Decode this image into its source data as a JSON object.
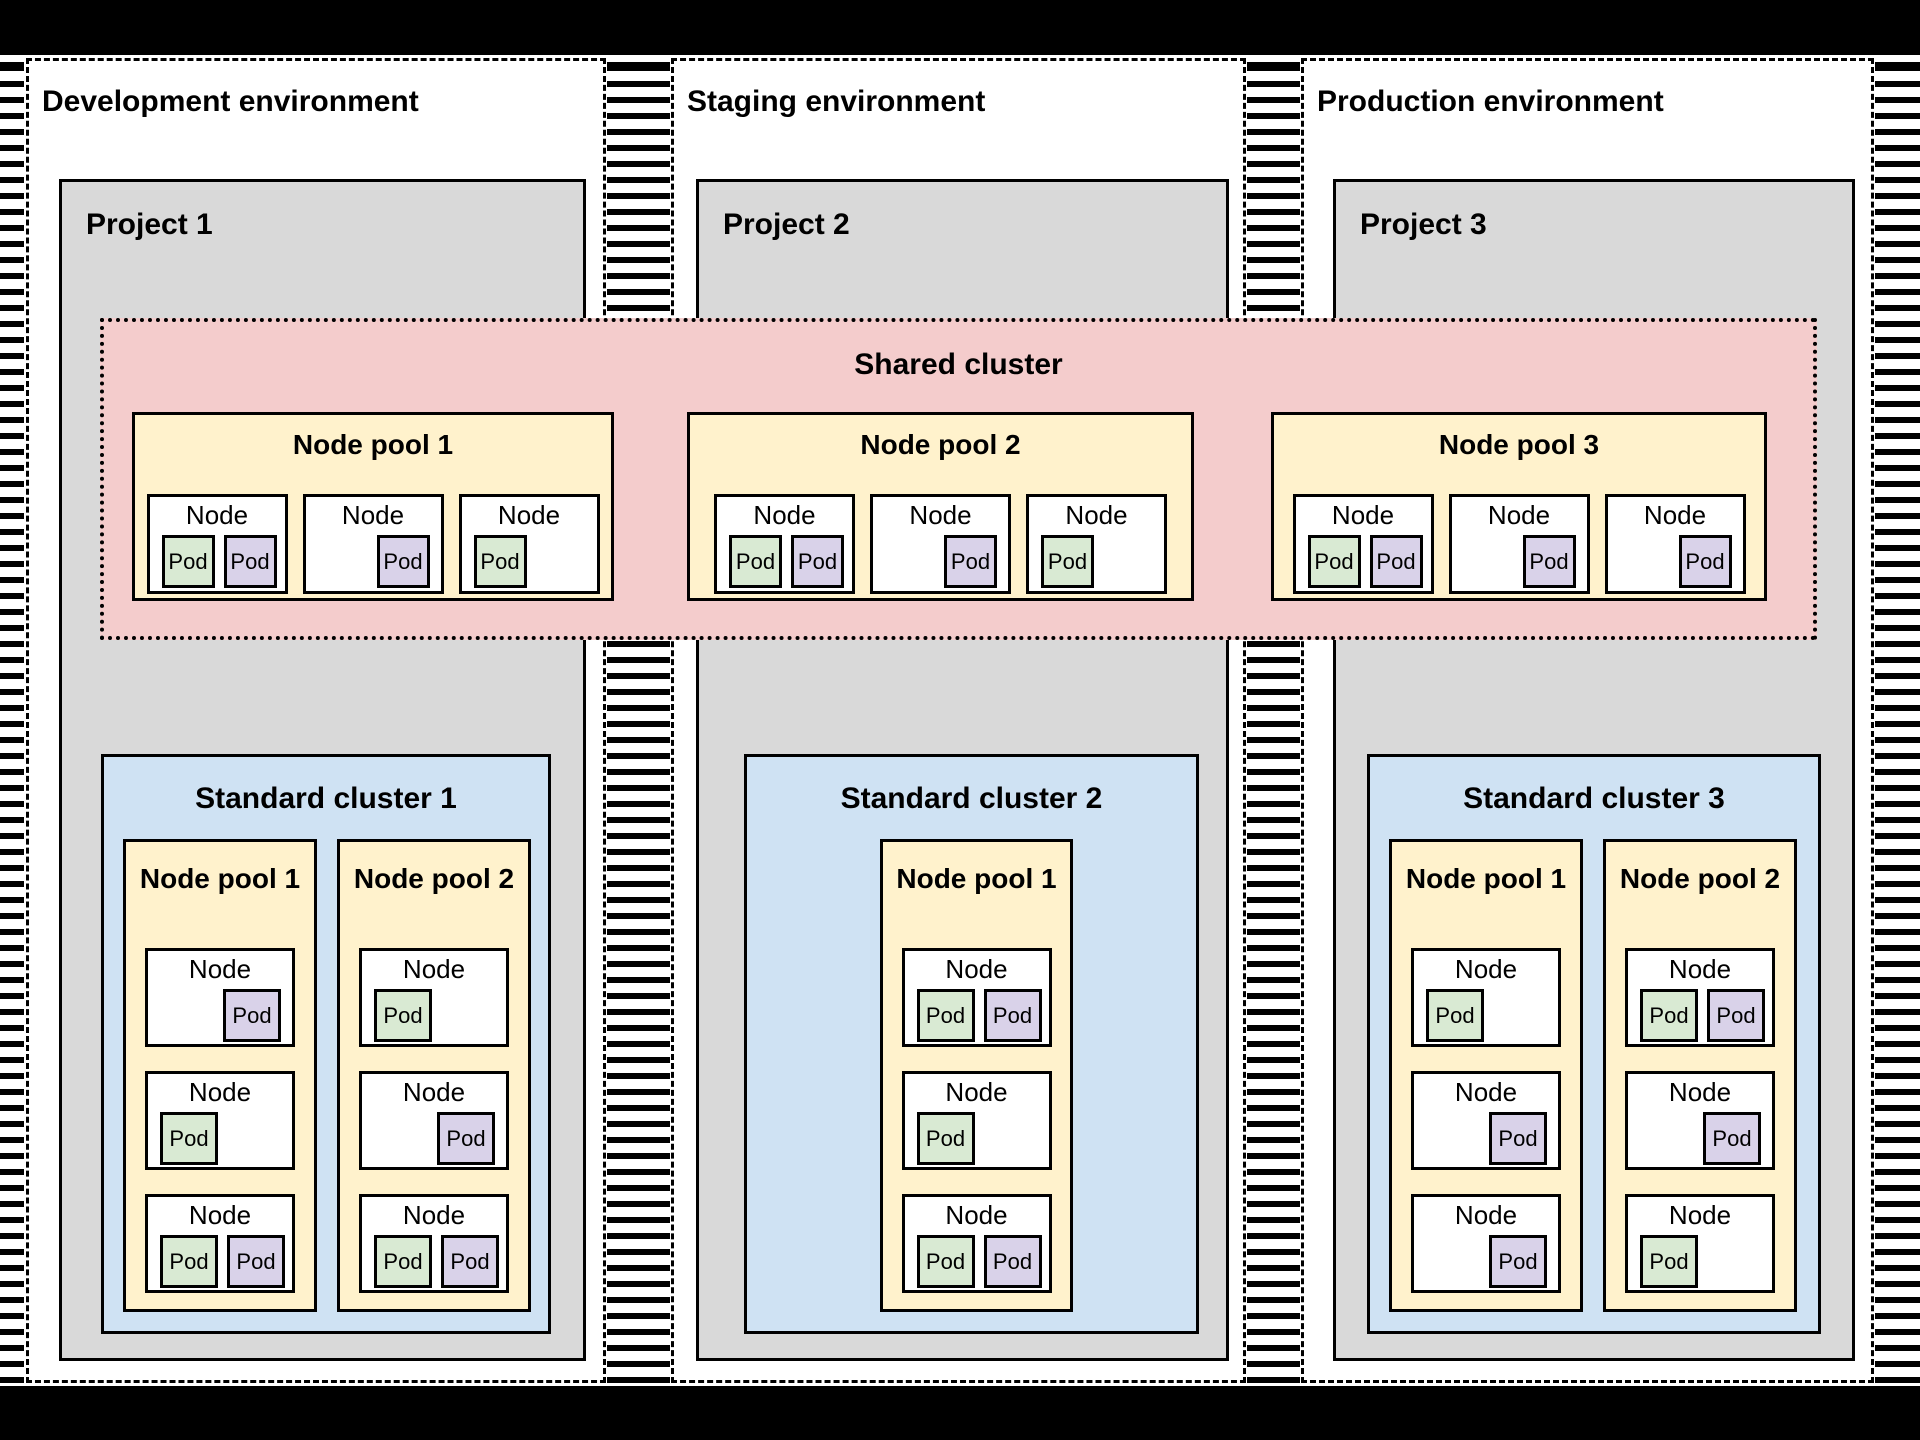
{
  "palette": {
    "project_gray": "#d9d9d9",
    "shared_cluster_pink": "#f4cccc",
    "node_pool_yellow": "#fff2cc",
    "standard_cluster_blue": "#cfe2f3",
    "pod_green": "#d9ead3",
    "pod_purple": "#d9d2e9",
    "node_white": "#ffffff",
    "border_black": "#000000"
  },
  "shared_cluster": {
    "title": "Shared cluster",
    "pools": [
      {
        "title": "Node pool 1",
        "nodes": [
          {
            "label": "Node",
            "pods": [
              {
                "label": "Pod",
                "color": "green",
                "slot": "left"
              },
              {
                "label": "Pod",
                "color": "purple",
                "slot": "left2"
              }
            ]
          },
          {
            "label": "Node",
            "pods": [
              {
                "label": "Pod",
                "color": "purple",
                "slot": "right"
              }
            ]
          },
          {
            "label": "Node",
            "pods": [
              {
                "label": "Pod",
                "color": "green",
                "slot": "left"
              }
            ]
          }
        ]
      },
      {
        "title": "Node pool 2",
        "nodes": [
          {
            "label": "Node",
            "pods": [
              {
                "label": "Pod",
                "color": "green",
                "slot": "left"
              },
              {
                "label": "Pod",
                "color": "purple",
                "slot": "left2"
              }
            ]
          },
          {
            "label": "Node",
            "pods": [
              {
                "label": "Pod",
                "color": "purple",
                "slot": "right"
              }
            ]
          },
          {
            "label": "Node",
            "pods": [
              {
                "label": "Pod",
                "color": "green",
                "slot": "left"
              }
            ]
          }
        ]
      },
      {
        "title": "Node pool 3",
        "nodes": [
          {
            "label": "Node",
            "pods": [
              {
                "label": "Pod",
                "color": "green",
                "slot": "left"
              },
              {
                "label": "Pod",
                "color": "purple",
                "slot": "left2"
              }
            ]
          },
          {
            "label": "Node",
            "pods": [
              {
                "label": "Pod",
                "color": "purple",
                "slot": "right"
              }
            ]
          },
          {
            "label": "Node",
            "pods": [
              {
                "label": "Pod",
                "color": "purple",
                "slot": "right"
              }
            ]
          }
        ]
      }
    ]
  },
  "environments": [
    {
      "label": "Development environment",
      "project_label": "Project 1",
      "standard_cluster": {
        "title": "Standard cluster 1",
        "pools": [
          {
            "title": "Node pool 1",
            "nodes": [
              {
                "label": "Node",
                "pods": [
                  {
                    "label": "Pod",
                    "color": "purple",
                    "slot": "right"
                  }
                ]
              },
              {
                "label": "Node",
                "pods": [
                  {
                    "label": "Pod",
                    "color": "green",
                    "slot": "left"
                  }
                ]
              },
              {
                "label": "Node",
                "pods": [
                  {
                    "label": "Pod",
                    "color": "green",
                    "slot": "left"
                  },
                  {
                    "label": "Pod",
                    "color": "purple",
                    "slot": "left2"
                  }
                ]
              }
            ]
          },
          {
            "title": "Node pool 2",
            "nodes": [
              {
                "label": "Node",
                "pods": [
                  {
                    "label": "Pod",
                    "color": "green",
                    "slot": "left"
                  }
                ]
              },
              {
                "label": "Node",
                "pods": [
                  {
                    "label": "Pod",
                    "color": "purple",
                    "slot": "right"
                  }
                ]
              },
              {
                "label": "Node",
                "pods": [
                  {
                    "label": "Pod",
                    "color": "green",
                    "slot": "left"
                  },
                  {
                    "label": "Pod",
                    "color": "purple",
                    "slot": "left2"
                  }
                ]
              }
            ]
          }
        ]
      }
    },
    {
      "label": "Staging environment",
      "project_label": "Project 2",
      "standard_cluster": {
        "title": "Standard cluster 2",
        "pools": [
          {
            "title": "Node pool 1",
            "nodes": [
              {
                "label": "Node",
                "pods": [
                  {
                    "label": "Pod",
                    "color": "green",
                    "slot": "left"
                  },
                  {
                    "label": "Pod",
                    "color": "purple",
                    "slot": "left2"
                  }
                ]
              },
              {
                "label": "Node",
                "pods": [
                  {
                    "label": "Pod",
                    "color": "green",
                    "slot": "left"
                  }
                ]
              },
              {
                "label": "Node",
                "pods": [
                  {
                    "label": "Pod",
                    "color": "green",
                    "slot": "left"
                  },
                  {
                    "label": "Pod",
                    "color": "purple",
                    "slot": "left2"
                  }
                ]
              }
            ]
          }
        ]
      }
    },
    {
      "label": "Production environment",
      "project_label": "Project 3",
      "standard_cluster": {
        "title": "Standard cluster 3",
        "pools": [
          {
            "title": "Node pool 1",
            "nodes": [
              {
                "label": "Node",
                "pods": [
                  {
                    "label": "Pod",
                    "color": "green",
                    "slot": "left"
                  }
                ]
              },
              {
                "label": "Node",
                "pods": [
                  {
                    "label": "Pod",
                    "color": "purple",
                    "slot": "right"
                  }
                ]
              },
              {
                "label": "Node",
                "pods": [
                  {
                    "label": "Pod",
                    "color": "purple",
                    "slot": "right"
                  }
                ]
              }
            ]
          },
          {
            "title": "Node pool 2",
            "nodes": [
              {
                "label": "Node",
                "pods": [
                  {
                    "label": "Pod",
                    "color": "green",
                    "slot": "left"
                  },
                  {
                    "label": "Pod",
                    "color": "purple",
                    "slot": "left2"
                  }
                ]
              },
              {
                "label": "Node",
                "pods": [
                  {
                    "label": "Pod",
                    "color": "purple",
                    "slot": "right"
                  }
                ]
              },
              {
                "label": "Node",
                "pods": [
                  {
                    "label": "Pod",
                    "color": "green",
                    "slot": "left"
                  }
                ]
              }
            ]
          }
        ]
      }
    }
  ]
}
